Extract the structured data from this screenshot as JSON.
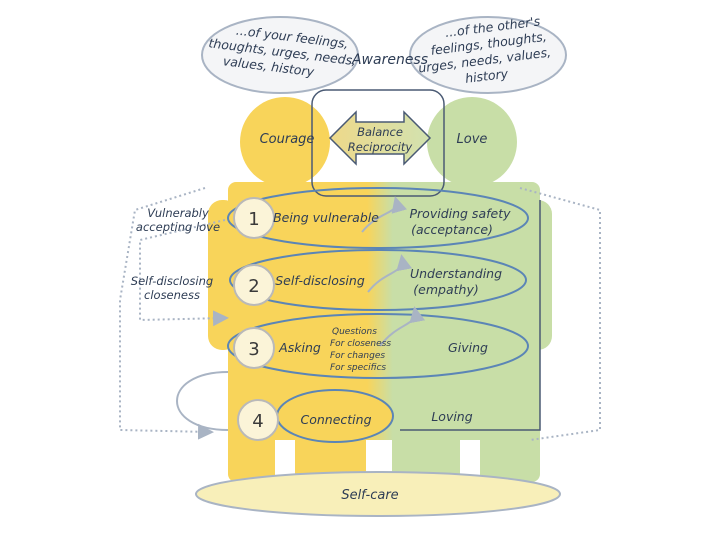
{
  "diagram": {
    "awareness": {
      "label": "Awareness",
      "self_lines": [
        "...of your feelings,",
        "thoughts, urges, needs,",
        "values, history"
      ],
      "other_lines": [
        "...of the other's",
        "feelings, thoughts,",
        "urges, needs, values,",
        "history"
      ]
    },
    "heads": {
      "left": "Courage",
      "right": "Love",
      "balance_lines": [
        "Balance",
        "Reciprocity"
      ]
    },
    "side_labels": {
      "first": [
        "Vulnerably",
        "accepting love"
      ],
      "second": [
        "Self-disclosing",
        "closeness"
      ]
    },
    "steps": [
      {
        "number": "1",
        "left": "Being vulnerable",
        "right_lines": [
          "Providing safety",
          "(acceptance)"
        ]
      },
      {
        "number": "2",
        "left": "Self-disclosing",
        "right_lines": [
          "Understanding",
          "(empathy)"
        ]
      },
      {
        "number": "3",
        "left": "Asking",
        "middle_lines": [
          "Questions",
          "For closeness",
          "For changes",
          "For specifics"
        ],
        "right": "Giving"
      },
      {
        "number": "4",
        "left": "Connecting",
        "right": "Loving"
      }
    ],
    "base": "Self-care",
    "colors": {
      "courage_yellow": "#f8d45a",
      "love_green": "#c8dea7",
      "ellipse_blue": "#5b85b6",
      "outline_gray": "#a9b4c4",
      "text_navy": "#2e3d55"
    }
  }
}
